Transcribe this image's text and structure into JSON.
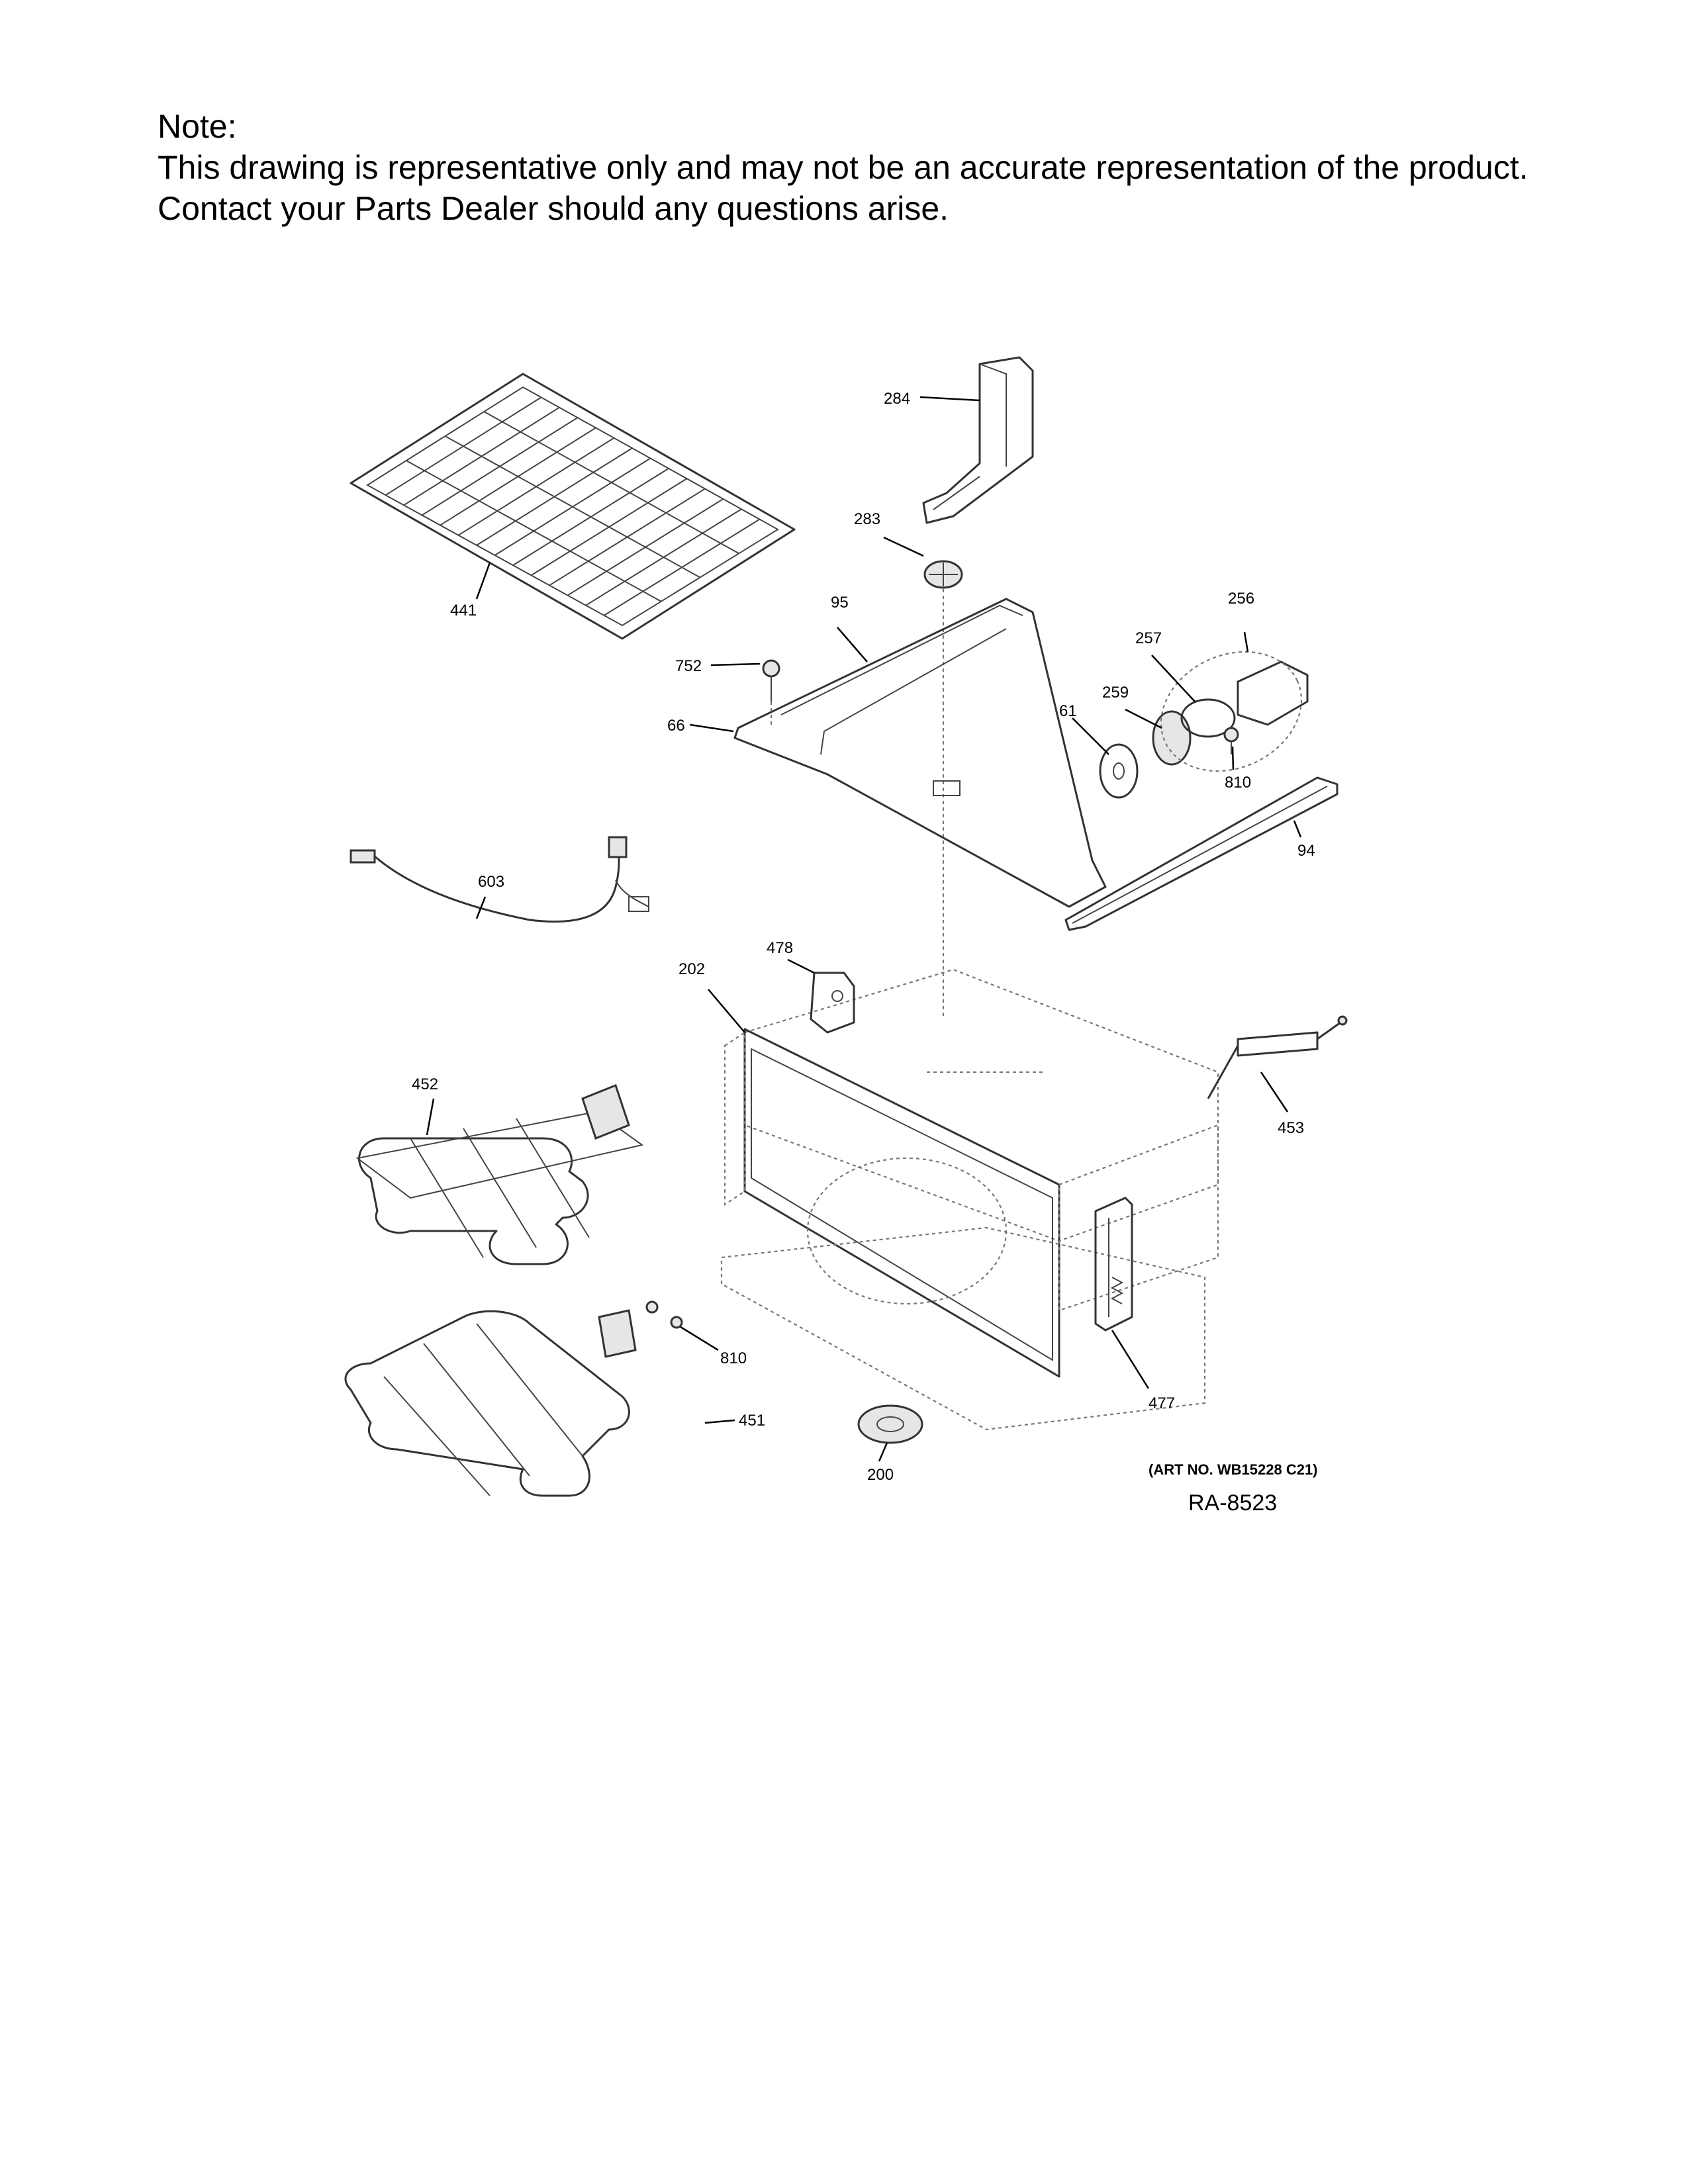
{
  "note": {
    "title": "Note:",
    "line1": "This drawing is representative only and may not be an accurate representation of the product.",
    "line2": "Contact your Parts Dealer should any questions arise."
  },
  "diagram": {
    "callouts": [
      {
        "id": "441"
      },
      {
        "id": "284"
      },
      {
        "id": "283"
      },
      {
        "id": "95"
      },
      {
        "id": "256"
      },
      {
        "id": "257"
      },
      {
        "id": "752"
      },
      {
        "id": "259"
      },
      {
        "id": "61"
      },
      {
        "id": "66"
      },
      {
        "id": "810"
      },
      {
        "id": "94"
      },
      {
        "id": "603"
      },
      {
        "id": "478"
      },
      {
        "id": "202"
      },
      {
        "id": "452"
      },
      {
        "id": "453"
      },
      {
        "id": "810"
      },
      {
        "id": "477"
      },
      {
        "id": "451"
      },
      {
        "id": "200"
      }
    ],
    "art_no": "(ART NO. WB15228 C21)",
    "ref": "RA-8523"
  }
}
